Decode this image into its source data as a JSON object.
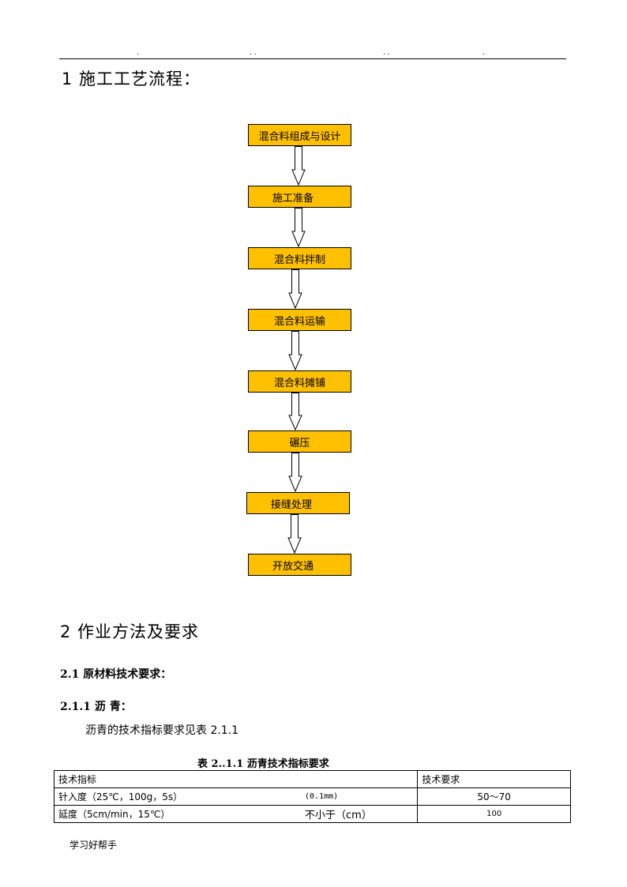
{
  "header": {
    "marks": [
      ".",
      ". .",
      ". .",
      "."
    ]
  },
  "section1": {
    "title": "1 施工工艺流程："
  },
  "flow_steps": [
    "混合料组成与设计",
    "施工准备",
    "混合料拌制",
    "混合料运输",
    "混合料摊铺",
    "碾压",
    "接缝处理",
    "开放交通"
  ],
  "section2": {
    "title": "2 作业方法及要求",
    "sub1": "2.1 原材料技术要求：",
    "sub2": "2.1.1 沥 青：",
    "paragraph": "沥青的技术指标要求见表 2.1.1"
  },
  "table": {
    "caption": "表 2..1.1 沥青技术指标要求",
    "header": {
      "col1": "技术指标",
      "col2": "",
      "col3": "技术要求"
    },
    "rows": [
      {
        "name": "针入度（25℃，100g，5s）",
        "unit": "(0.1mm)",
        "req": "50～70"
      },
      {
        "name": "延度（5cm/min，15℃）",
        "unit": "不小于（cm）",
        "req": "100"
      }
    ]
  },
  "footer": {
    "text": "学习好帮手"
  }
}
